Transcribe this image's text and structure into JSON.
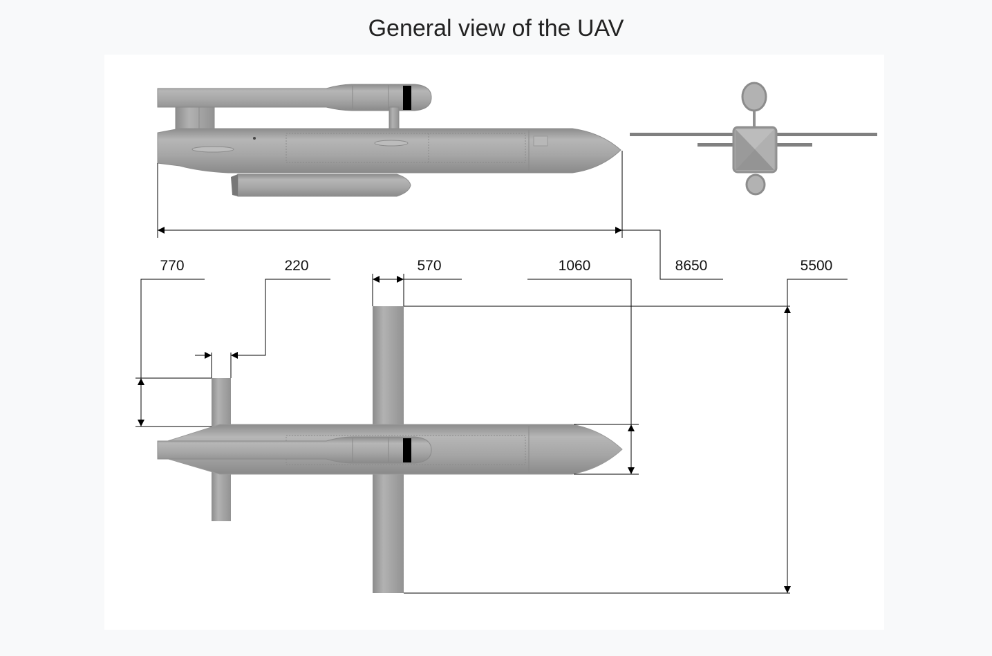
{
  "title": "General view of the UAV",
  "colors": {
    "background": "#f8f9fa",
    "panel": "#ffffff",
    "body_gray": "#a8a8a8",
    "dark_stripe": "#000000",
    "dimension_line": "#000000"
  },
  "dimensions": {
    "d770": "770",
    "d220": "220",
    "d570": "570",
    "d1060": "1060",
    "d8650": "8650",
    "d5500": "5500"
  }
}
